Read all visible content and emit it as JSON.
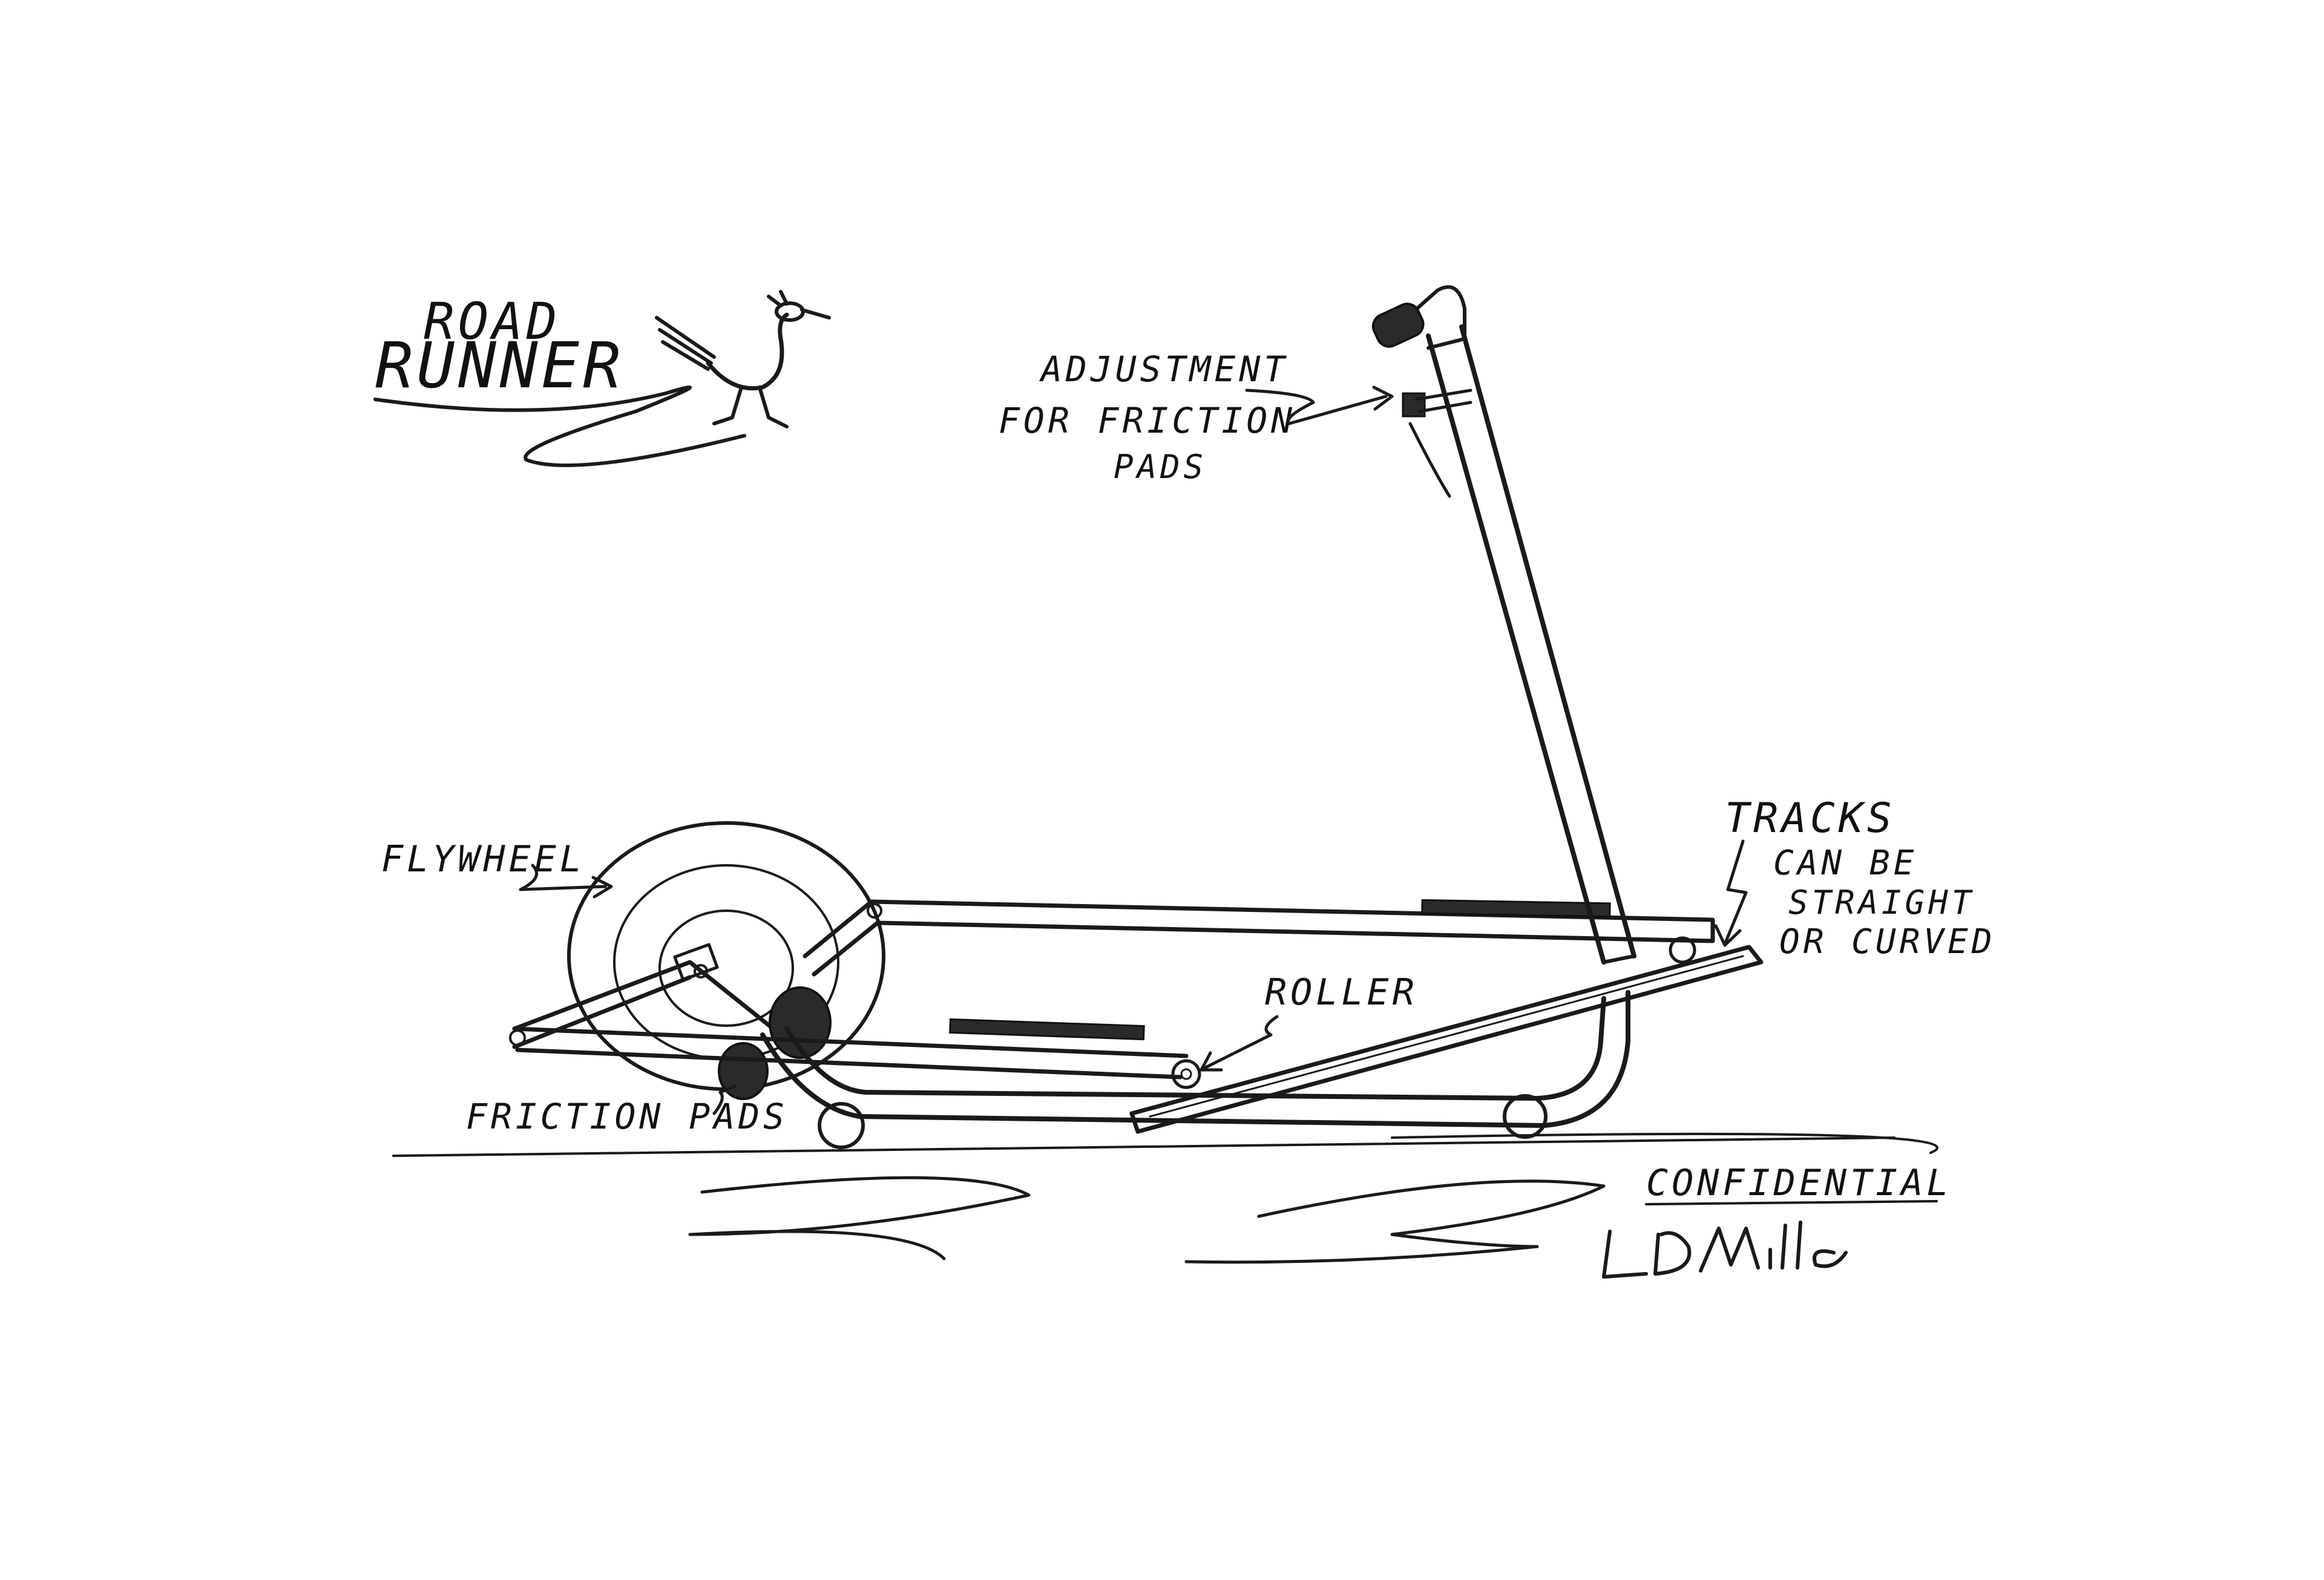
{
  "title_lines": [
    "ROAD",
    "RUNNER"
  ],
  "labels": {
    "adjustment": [
      "ADJUSTMENT",
      "FOR FRICTION",
      "PADS"
    ],
    "flywheel": "FLYWHEEL",
    "tracks": [
      "TRACKS",
      "CAN BE",
      "STRAIGHT",
      "OR CURVED"
    ],
    "roller": "ROLLER",
    "friction_pads": "FRICTION PADS",
    "confidential": "CONFIDENTIAL"
  },
  "signature": "LD Miller",
  "colors": {
    "ink": "#1a1a1a",
    "paper": "#ffffff"
  }
}
